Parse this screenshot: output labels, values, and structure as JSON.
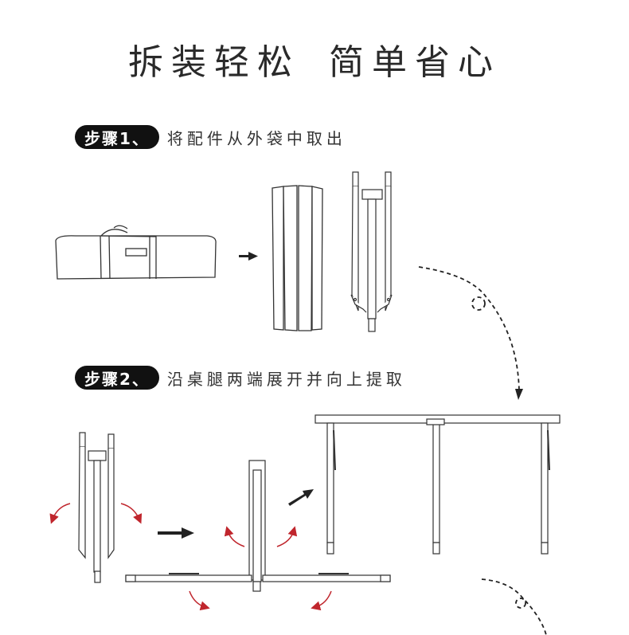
{
  "title": {
    "part1": "拆装轻松",
    "part2": "简单省心"
  },
  "steps": [
    {
      "badge": "步骤1、",
      "text": "将配件从外袋中取出"
    },
    {
      "badge": "步骤2、",
      "text": "沿桌腿两端展开并向上提取"
    }
  ],
  "colors": {
    "ink": "#222222",
    "badge_bg": "#111111",
    "badge_text": "#ffffff",
    "rotate_arrow": "#c0262d"
  },
  "illustrations": [
    {
      "name": "carry-bag"
    },
    {
      "name": "folded-tabletop"
    },
    {
      "name": "folded-legs-frame"
    },
    {
      "name": "legs-unfolding"
    },
    {
      "name": "assembled-frame"
    }
  ]
}
